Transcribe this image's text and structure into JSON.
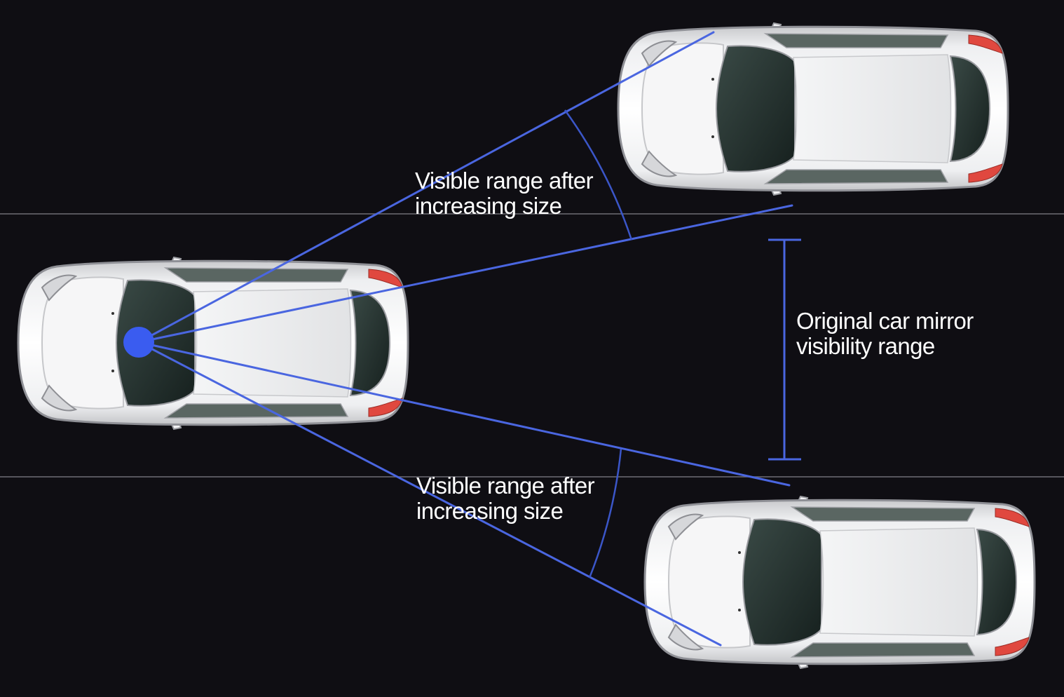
{
  "labels": {
    "upper_range": {
      "line1": "Visible range after",
      "line2": "increasing size"
    },
    "lower_range": {
      "line1": "Visible range after",
      "line2": "increasing size"
    },
    "original_range": {
      "line1": "Original car mirror",
      "line2": "visibility range"
    }
  },
  "colors": {
    "background": "#0f0e13",
    "sight_lines": "#4a66e0",
    "mirror_point": "#3a5cf0",
    "lane_lines": "#6e6d75",
    "car_body": "#e9eaec",
    "car_glass": "#22302d",
    "tail_light": "#e0483f"
  }
}
